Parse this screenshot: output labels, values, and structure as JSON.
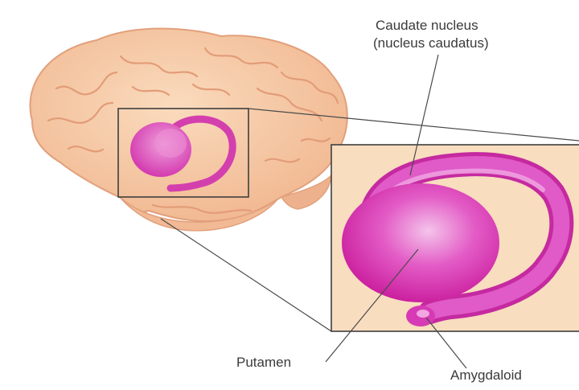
{
  "labels": {
    "caudate_name": "Caudate nucleus",
    "caudate_latin": "(nucleus caudatus)",
    "putamen": "Putamen",
    "amygdaloid": "Amygdaloid"
  },
  "colors": {
    "brain": "#f6c9a2",
    "brain_shadow": "#e7a680",
    "inset_background": "#f8ddbf",
    "structure": "#dd2bb0",
    "structure_light": "#f2a6e2",
    "outline": "#3e3e3e"
  }
}
